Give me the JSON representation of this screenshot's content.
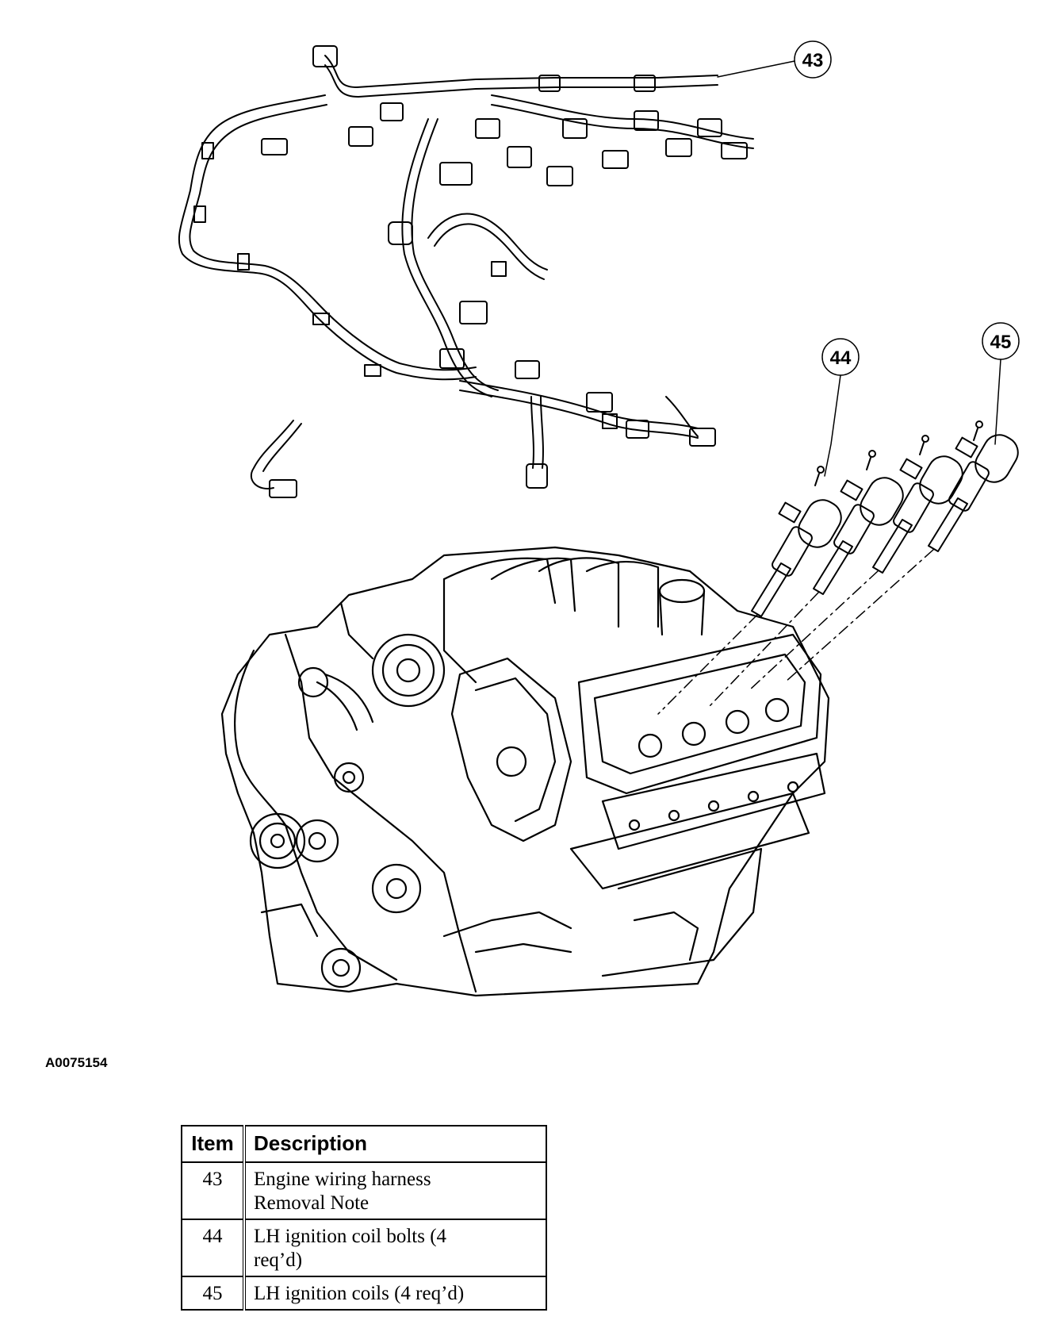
{
  "figure_id": "A0075154",
  "callouts": [
    "43",
    "44",
    "45"
  ],
  "table": {
    "headers": {
      "item": "Item",
      "description": "Description"
    },
    "rows": [
      {
        "item": "43",
        "description_line1": "Engine wiring harness",
        "description_line2": "Removal Note"
      },
      {
        "item": "44",
        "description_line1": "LH ignition coil bolts (4",
        "description_line2": "req’d)"
      },
      {
        "item": "45",
        "description_line1": "LH ignition coils (4 req’d)",
        "description_line2": ""
      }
    ]
  }
}
